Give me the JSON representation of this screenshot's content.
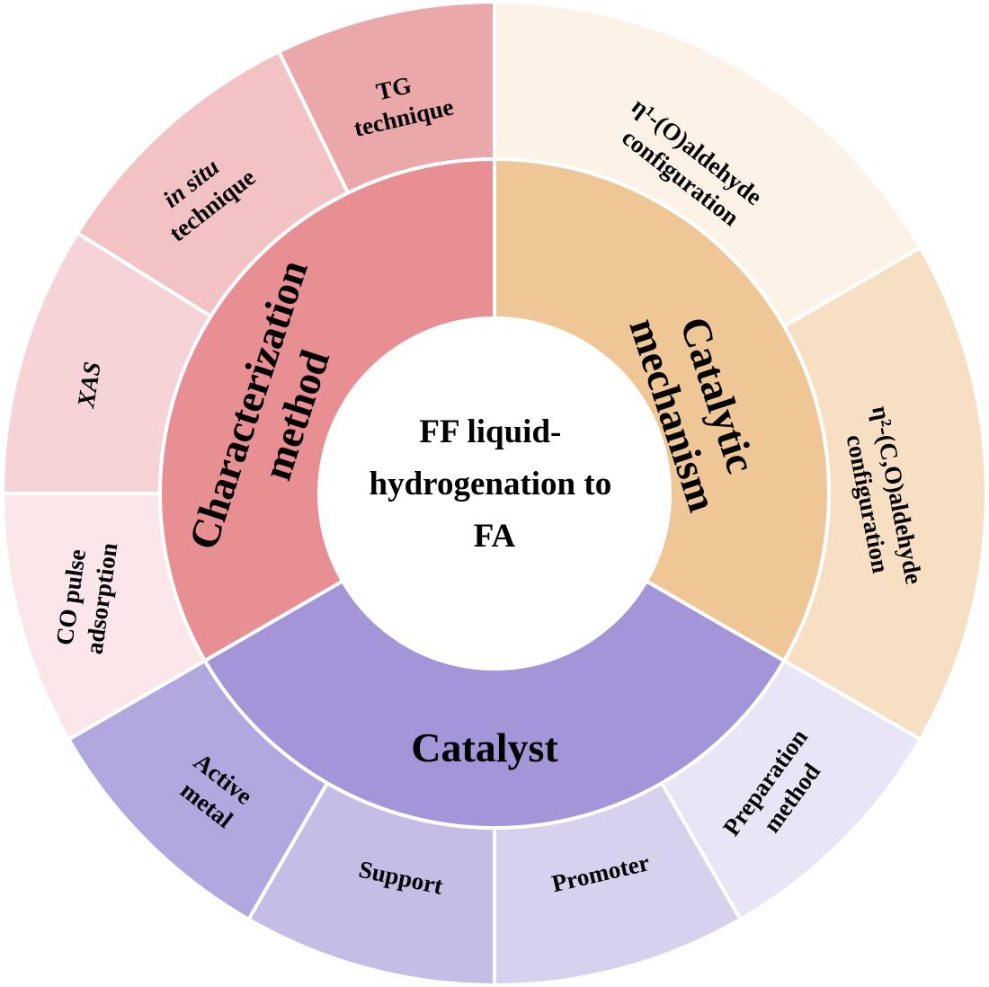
{
  "center": {
    "lines": [
      "FF liquid-",
      "hydrogenation to",
      "FA"
    ]
  },
  "inner": [
    {
      "key": "characterization",
      "lines": [
        "Characterization",
        "method"
      ],
      "color": "#e78f93"
    },
    {
      "key": "mechanism",
      "lines": [
        "Catalytic",
        "mechanism"
      ],
      "color": "#efc797"
    },
    {
      "key": "catalyst",
      "lines": [
        "Catalyst"
      ],
      "color": "#a495d8"
    }
  ],
  "outer": [
    {
      "key": "tg",
      "lines": [
        "TG",
        "technique"
      ],
      "color": "#eaa8ab",
      "italic": false
    },
    {
      "key": "eta1",
      "lines": [
        "η¹-(O)aldehyde",
        "configuration"
      ],
      "color": "#fcf2e8",
      "italic": false
    },
    {
      "key": "eta2",
      "lines": [
        "η²-(C,O)aldehyde",
        "configuration"
      ],
      "color": "#f7dfc4",
      "italic": false
    },
    {
      "key": "preparation",
      "lines": [
        "Preparation",
        "method"
      ],
      "color": "#e9e5f6",
      "italic": false
    },
    {
      "key": "promoter",
      "lines": [
        "Promoter"
      ],
      "color": "#d8d1ee",
      "italic": false
    },
    {
      "key": "support",
      "lines": [
        "Support"
      ],
      "color": "#c6bde7",
      "italic": false
    },
    {
      "key": "active",
      "lines": [
        "Active",
        "metal"
      ],
      "color": "#b2a7de",
      "italic": false
    },
    {
      "key": "co",
      "lines": [
        "CO pulse",
        "adsorption"
      ],
      "color": "#fbe7e9",
      "italic": false
    },
    {
      "key": "xas",
      "lines": [
        "XAS"
      ],
      "color": "#f6d3d6",
      "italic": true
    },
    {
      "key": "insitu",
      "lines": [
        "in situ",
        "technique"
      ],
      "color": "#f2c2c5",
      "italic": false,
      "italic_first_line": true
    }
  ]
}
